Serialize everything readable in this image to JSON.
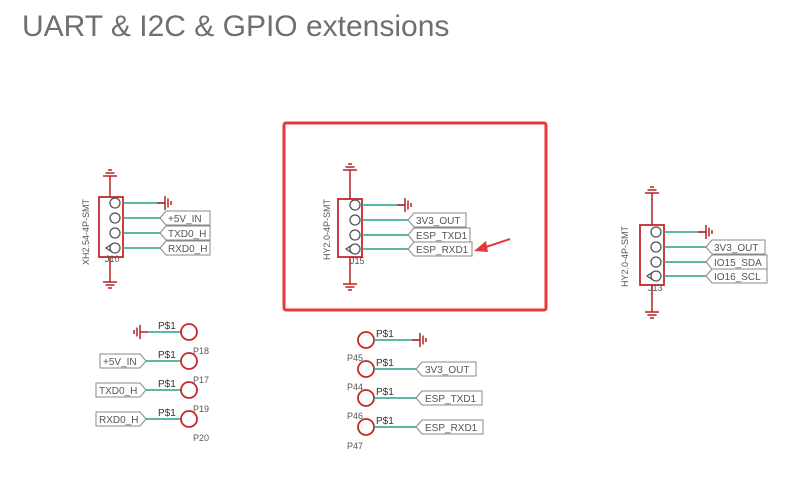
{
  "title": "UART & I2C & GPIO extensions",
  "connectors": [
    {
      "id": "J10",
      "footprint": "XH2.54-4P-SMT",
      "ref": "J10",
      "nets": [
        "+5V_IN",
        "TXD0_H",
        "RXD0_H"
      ]
    },
    {
      "id": "J15",
      "footprint": "HY2.0-4P-SMT",
      "ref": "J15",
      "nets": [
        "3V3_OUT",
        "ESP_TXD1",
        "ESP_RXD1"
      ]
    },
    {
      "id": "J13",
      "footprint": "HY2.0-4P-SMT",
      "ref": "J13",
      "nets": [
        "3V3_OUT",
        "IO15_SDA",
        "IO16_SCL"
      ]
    }
  ],
  "pads_left": [
    {
      "pin": "P$1",
      "ref": "P18",
      "net": ""
    },
    {
      "pin": "P$1",
      "ref": "P17",
      "net": "+5V_IN"
    },
    {
      "pin": "P$1",
      "ref": "P19",
      "net": "TXD0_H"
    },
    {
      "pin": "P$1",
      "ref": "P20",
      "net": "RXD0_H"
    }
  ],
  "pads_center": [
    {
      "pin": "P$1",
      "ref": "P45",
      "net": ""
    },
    {
      "pin": "P$1",
      "ref": "P44",
      "net": "3V3_OUT"
    },
    {
      "pin": "P$1",
      "ref": "P46",
      "net": "ESP_TXD1"
    },
    {
      "pin": "P$1",
      "ref": "P47",
      "net": "ESP_RXD1"
    }
  ],
  "colors": {
    "highlight": "#e53935",
    "wire": "#2a9d8f",
    "part": "#c62828",
    "ground": "#b22222",
    "label_border": "#888888"
  }
}
